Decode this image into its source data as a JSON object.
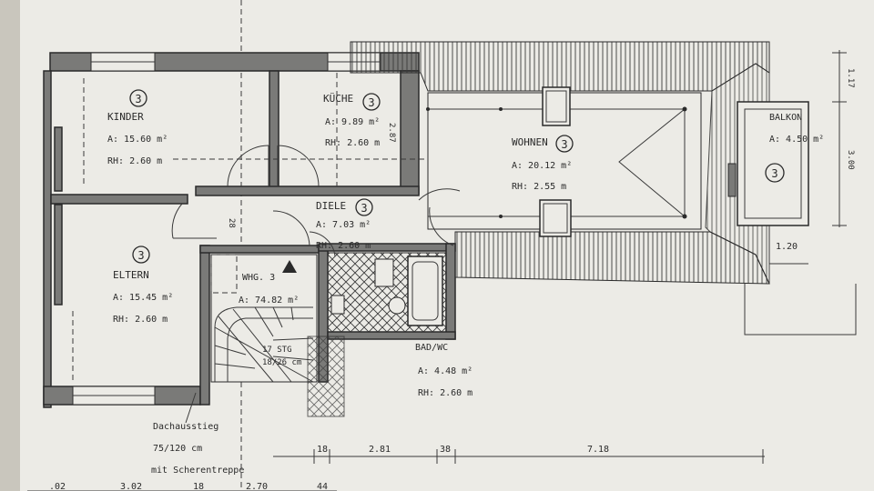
{
  "rooms": {
    "kinder": {
      "name": "KINDER",
      "area": "A:  15.60 m²",
      "height": "RH:  2.60 m",
      "mark": "3"
    },
    "kueche": {
      "name": "KÜCHE",
      "area": "A:  9.89 m²",
      "height": "RH:  2.60 m",
      "mark": "3"
    },
    "wohnen": {
      "name": "WOHNEN",
      "area": "A:  20.12 m²",
      "height": "RH:  2.55 m",
      "mark": "3"
    },
    "balkon": {
      "name": "BALKON",
      "area": "A:  4.50 m²",
      "mark": "3"
    },
    "diele": {
      "name": "DIELE",
      "area": "A:  7.03 m²",
      "height": "RH:  2.60 m",
      "mark": "3"
    },
    "eltern": {
      "name": "ELTERN",
      "area": "A:  15.45 m²",
      "height": "RH:  2.60 m",
      "mark": "3"
    },
    "bad": {
      "name": "BAD/WC",
      "area": "A:  4.48 m²",
      "height": "RH:  2.60 m"
    }
  },
  "apartment": {
    "label": "WHG. 3",
    "area": "A:  74.82 m²"
  },
  "stairs": {
    "steps": "17 STG",
    "size": "18/26 cm"
  },
  "hatch": {
    "line1": "Dachausstieg",
    "line2": "75/120 cm",
    "line3": "mit Scherentreppe"
  },
  "dims_bottom": [
    "18",
    "2.81",
    "38",
    "7.18"
  ],
  "dims_lower": [
    ".02",
    "3.02",
    "18",
    "2.70",
    "44"
  ],
  "dims_right": [
    "1.17",
    "3.00",
    "1.20"
  ],
  "dims_small": [
    "28",
    "2.87"
  ]
}
